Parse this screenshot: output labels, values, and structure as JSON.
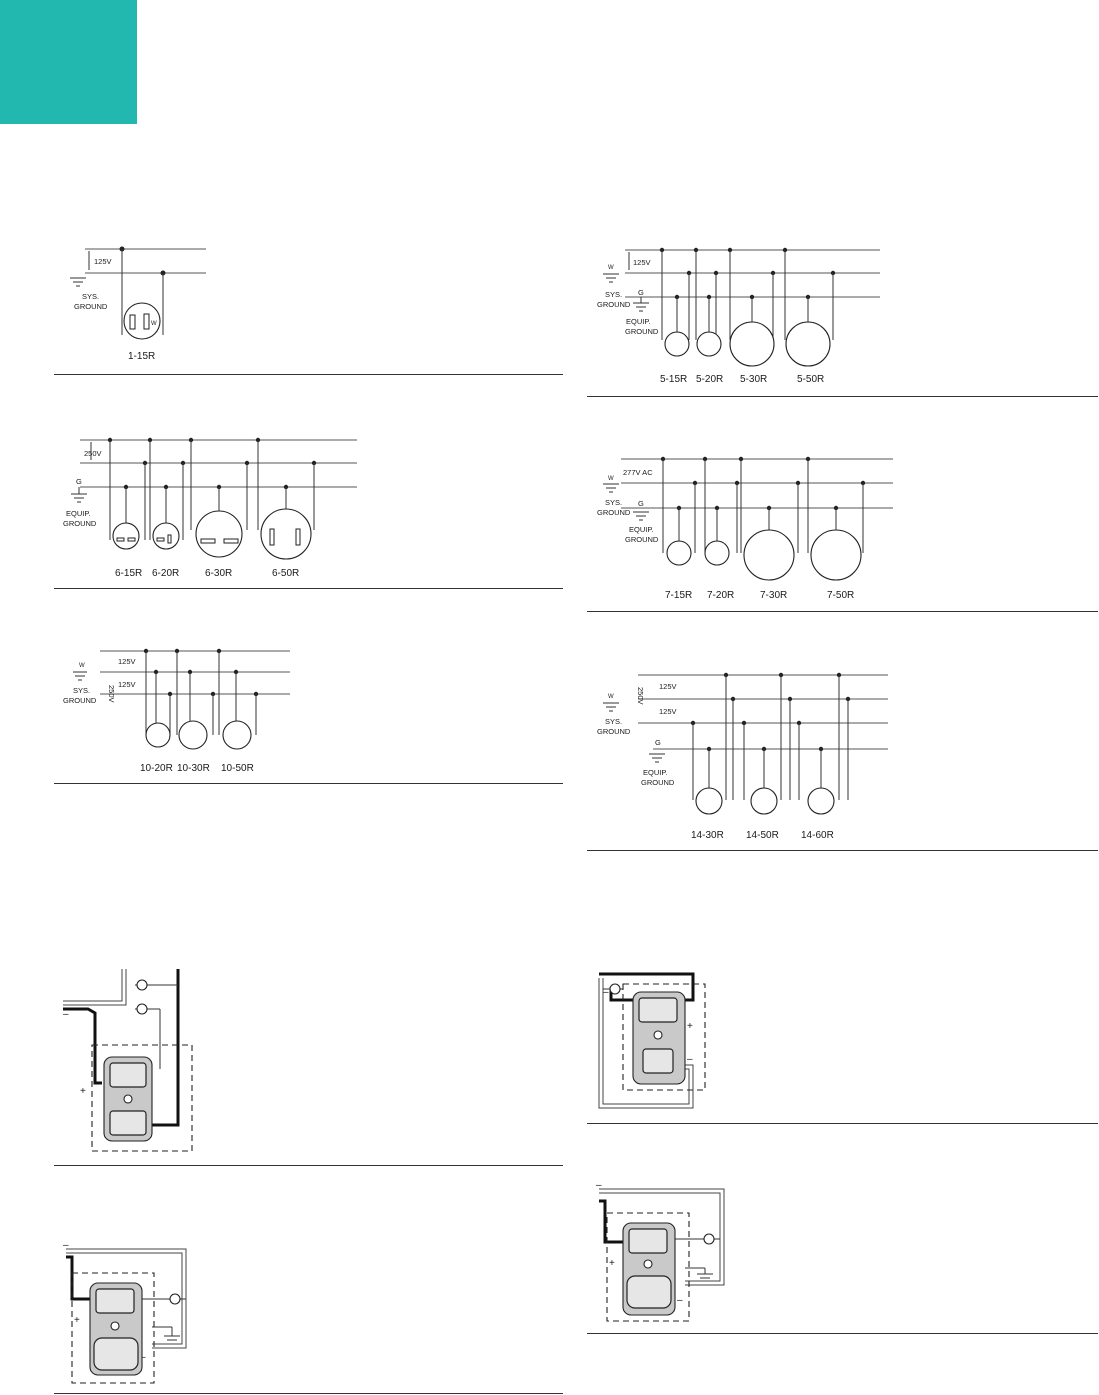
{
  "accent_color": "#22b8b0",
  "nema_left": {
    "p115": {
      "voltage": "125V",
      "ground": [
        "SYS.",
        "GROUND"
      ],
      "receptacle": "1-15R",
      "w": "W"
    },
    "p6": {
      "voltage": "250V",
      "g": "G",
      "ground": [
        "EQUIP.",
        "GROUND"
      ],
      "receptacles": [
        "6-15R",
        "6-20R",
        "6-30R",
        "6-50R"
      ]
    },
    "p10": {
      "v1": "125V",
      "v2": "125V",
      "vtotal": "250V",
      "w": "W",
      "ground": [
        "SYS.",
        "GROUND"
      ],
      "receptacles": [
        "10-20R",
        "10-30R",
        "10-50R"
      ]
    }
  },
  "nema_right": {
    "p5": {
      "voltage": "125V",
      "w": "W",
      "sys": [
        "SYS.",
        "GROUND"
      ],
      "g": "G",
      "equip": [
        "EQUIP.",
        "GROUND"
      ],
      "receptacles": [
        "5-15R",
        "5-20R",
        "5-30R",
        "5-50R"
      ]
    },
    "p7": {
      "voltage": "277V AC",
      "w": "W",
      "sys": [
        "SYS.",
        "GROUND"
      ],
      "g": "G",
      "equip": [
        "EQUIP.",
        "GROUND"
      ],
      "receptacles": [
        "7-15R",
        "7-20R",
        "7-30R",
        "7-50R"
      ]
    },
    "p14": {
      "v1": "125V",
      "v2": "125V",
      "vtotal": "250V",
      "w": "W",
      "sys": [
        "SYS.",
        "GROUND"
      ],
      "g": "G",
      "equip": [
        "EQUIP.",
        "GROUND"
      ],
      "receptacles": [
        "14-30R",
        "14-50R",
        "14-60R"
      ]
    }
  },
  "wiring": {
    "plus": "+",
    "minus": "–"
  }
}
